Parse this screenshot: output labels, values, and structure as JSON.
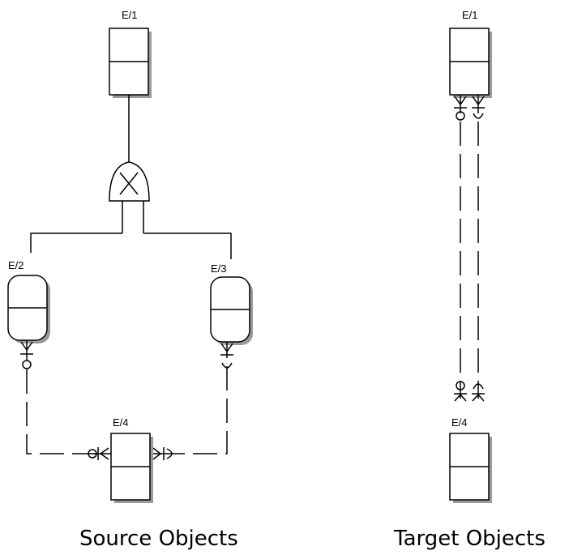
{
  "source": {
    "caption": "Source Objects",
    "entities": [
      {
        "label": "E/1"
      },
      {
        "label": "E/2"
      },
      {
        "label": "E/3"
      },
      {
        "label": "E/4"
      }
    ]
  },
  "target": {
    "caption": "Target Objects",
    "entities": [
      {
        "label": "E/1"
      },
      {
        "label": "E/4"
      }
    ]
  }
}
